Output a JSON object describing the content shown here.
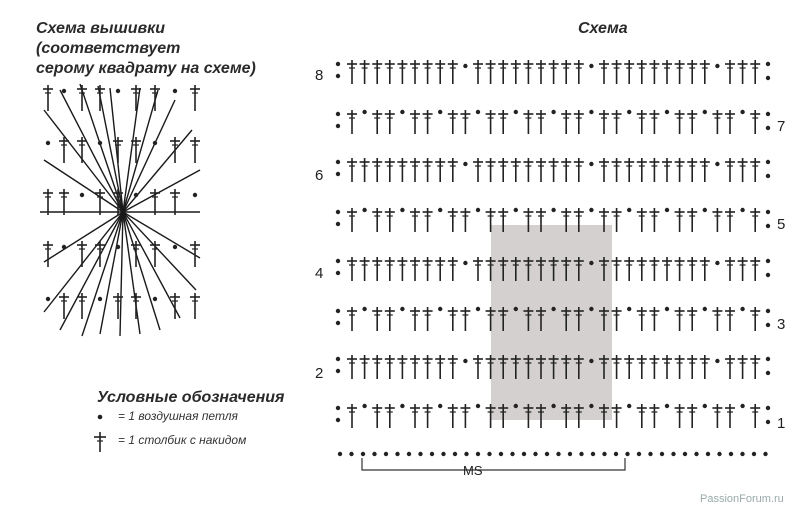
{
  "embroidery": {
    "title_line1": "Схема вышивки (соответствует",
    "title_line2": "серому квадрату на схеме)"
  },
  "scheme": {
    "title": "Схема",
    "ms_label": "MS",
    "highlight_color": "#d3d0cf",
    "row_numbers_left": [
      "8",
      "6",
      "4",
      "2"
    ],
    "row_numbers_right": [
      "7",
      "5",
      "3",
      "1"
    ]
  },
  "legend": {
    "title": "Условные обозначения",
    "items": [
      {
        "symbol": "chain-dot-icon",
        "text": "= 1 воздушная петля"
      },
      {
        "symbol": "double-crochet-icon",
        "text": "= 1 столбик с накидом"
      }
    ]
  },
  "watermark": "PassionForum.ru"
}
